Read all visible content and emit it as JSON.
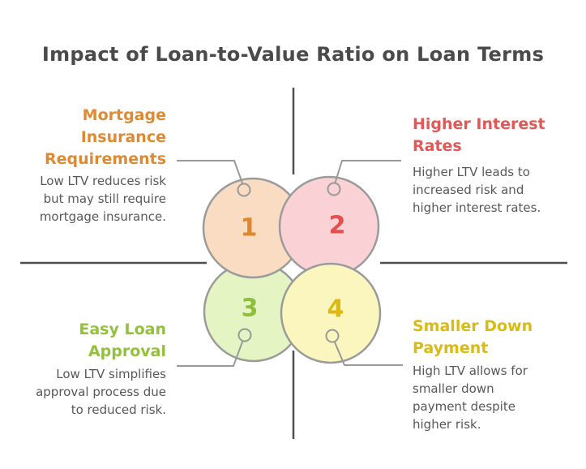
{
  "title": "Impact of Loan-to-Value Ratio on Loan Terms",
  "quadrants": [
    {
      "number": "1",
      "title": "Mortgage\nInsurance\nRequirements",
      "body": "Low LTV reduces risk\nbut may still require\nmortgage insurance.",
      "accent_color": "#DF8A31",
      "circle_fill": "#FADCC2"
    },
    {
      "number": "2",
      "title": "Higher Interest\nRates",
      "body": "Higher LTV leads to\nincreased risk and\nhigher interest rates.",
      "accent_color": "#E25757",
      "circle_fill": "#FAD2D6"
    },
    {
      "number": "3",
      "title": "Easy Loan\nApproval",
      "body": "Low LTV simplifies\napproval process due\nto reduced risk.",
      "accent_color": "#93C13C",
      "circle_fill": "#E4F4C3"
    },
    {
      "number": "4",
      "title": "Smaller Down\nPayment",
      "body": "High LTV allows for\nsmaller down\npayment despite\nhigher risk.",
      "accent_color": "#D9BB14",
      "circle_fill": "#FBF5BE"
    }
  ],
  "colors": {
    "background": "#FFFFFF",
    "heading": "#4A4A4A",
    "body_text": "#585858",
    "divider_line": "#4F4F4F",
    "connector_line": "#999999",
    "circle_stroke": "#9B9B9B"
  }
}
